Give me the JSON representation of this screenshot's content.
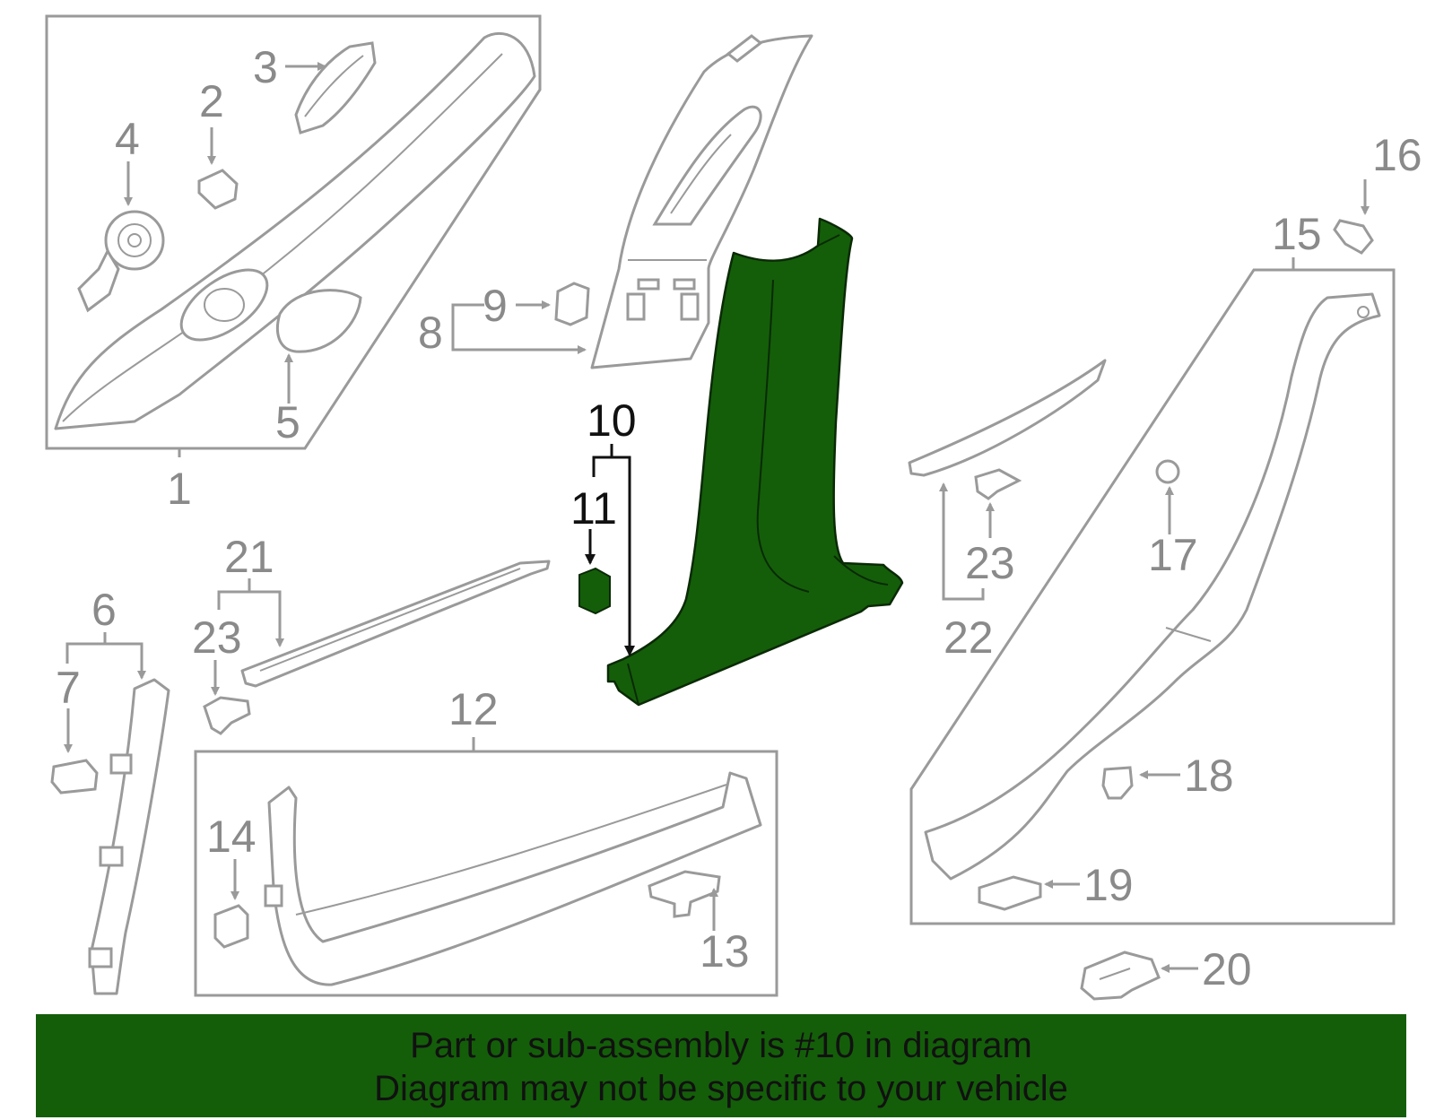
{
  "colors": {
    "highlight_part": "#145e0a",
    "banner": "#145e0a",
    "part_outline": "#9a9a9a",
    "highlight_callout": "#111111"
  },
  "callouts": {
    "c1": "1",
    "c2": "2",
    "c3": "3",
    "c4": "4",
    "c5": "5",
    "c6": "6",
    "c7": "7",
    "c8": "8",
    "c9": "9",
    "c10": "10",
    "c11": "11",
    "c12": "12",
    "c13": "13",
    "c14": "14",
    "c15": "15",
    "c16": "16",
    "c17": "17",
    "c18": "18",
    "c19": "19",
    "c20": "20",
    "c21": "21",
    "c22": "22",
    "c23a": "23",
    "c23b": "23"
  },
  "highlighted_callout": "10",
  "banner": {
    "line1": "Part or sub-assembly is #10 in diagram",
    "line2": "Diagram may not be specific to your vehicle"
  }
}
